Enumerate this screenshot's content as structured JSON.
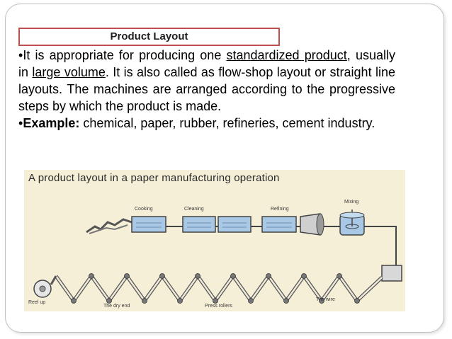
{
  "slide": {
    "title": "Product Layout",
    "paragraph1": {
      "bullet": "•",
      "part1": "It is appropriate for producing one ",
      "underline1": "standardized product",
      "part2": ", usually in ",
      "underline2": "large volume",
      "part3": ". It is also called as flow-shop layout or straight line layouts. The machines are arranged according to the progressive steps by which the product is made."
    },
    "paragraph2": {
      "bullet": "•",
      "label": "Example:",
      "text": " chemical, paper, rubber, refineries, cement industry."
    }
  },
  "figure": {
    "caption": "A product layout in a paper manufacturing operation",
    "labels": {
      "cooking": "Cooking",
      "cleaning": "Cleaning",
      "refining": "Refining",
      "mixing": "Mixing",
      "reel_up": "Reel up",
      "dry_end": "The dry end",
      "press_rollers": "Press rollers",
      "wire": "The wire"
    },
    "colors": {
      "background": "#f6efd8",
      "tank": "#a9c8e6",
      "line": "#444444",
      "title_border": "#c0504d"
    }
  }
}
